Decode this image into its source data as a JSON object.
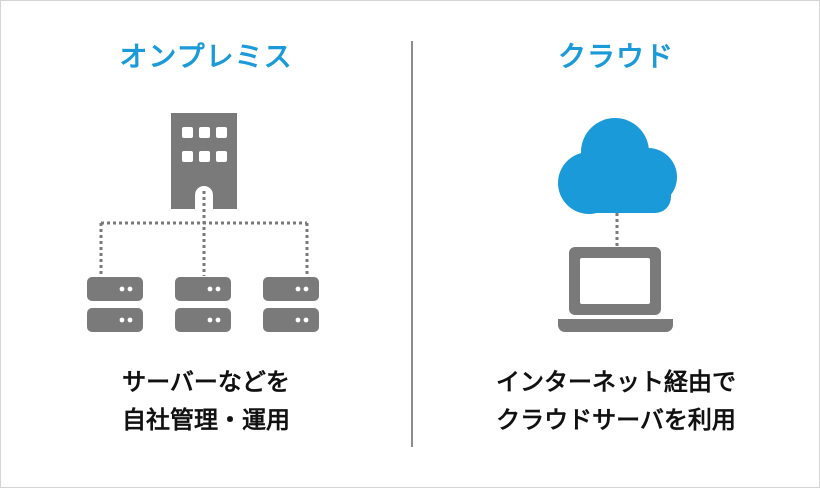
{
  "onpremise": {
    "title": "オンプレミス",
    "caption_line1": "サーバーなどを",
    "caption_line2": "自社管理・運用",
    "icons": [
      "building-icon",
      "server-icon",
      "server-icon",
      "server-icon"
    ]
  },
  "cloud": {
    "title": "クラウド",
    "caption_line1": "インターネット経由で",
    "caption_line2": "クラウドサーバを利用",
    "icons": [
      "cloud-icon",
      "laptop-icon"
    ]
  },
  "colors": {
    "accent": "#1a9ad9",
    "icon_gray": "#7a7a7a",
    "text": "#111111",
    "divider": "#8c8c8c",
    "border": "#d4d4d4"
  }
}
